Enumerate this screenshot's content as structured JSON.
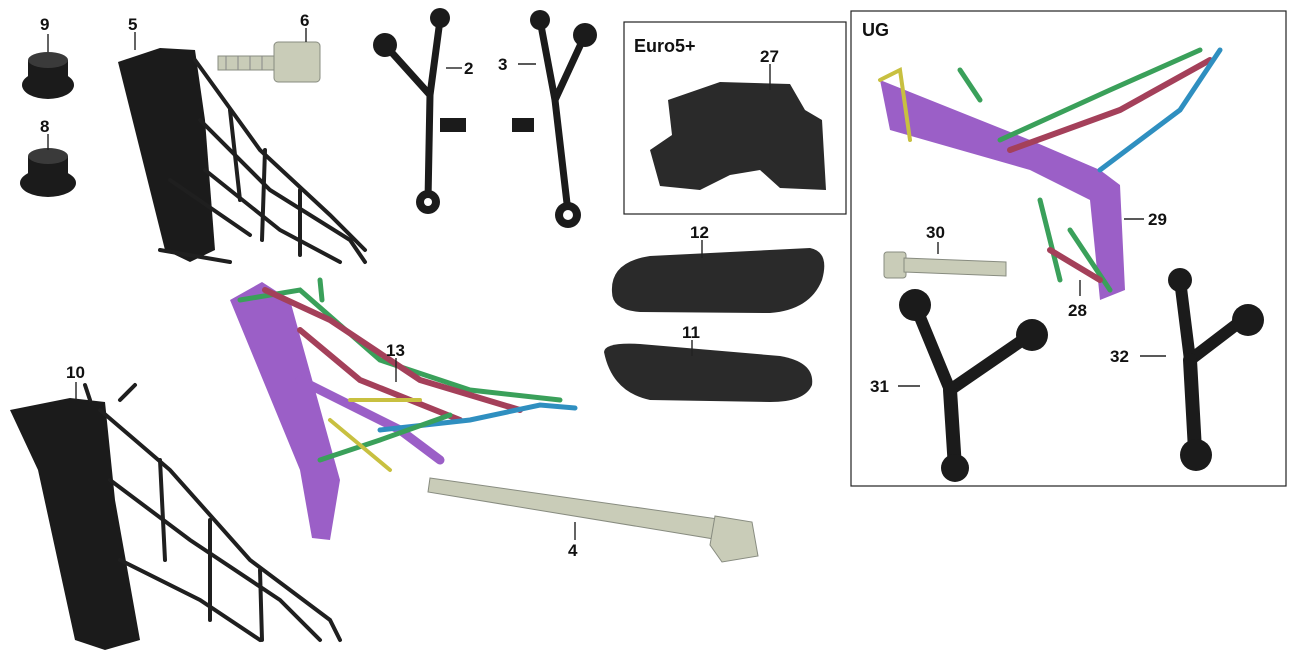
{
  "boxes": {
    "euro5": {
      "title": "Euro5+"
    },
    "ug": {
      "title": "UG"
    }
  },
  "callouts": {
    "p2": "2",
    "p3": "3",
    "p4": "4",
    "p5": "5",
    "p6": "6",
    "p8": "8",
    "p9": "9",
    "p10": "10",
    "p11": "11",
    "p12": "12",
    "p13": "13",
    "p27": "27",
    "p28": "28",
    "p29": "29",
    "p30": "30",
    "p31": "31",
    "p32": "32"
  },
  "colors": {
    "frame_black": "#1b1b1b",
    "frame_purple": "#9b5fc7",
    "tube_green": "#3aa05a",
    "tube_red": "#a4405a",
    "tube_blue": "#2f8fc0",
    "bolt_grey": "#c9ccb8"
  }
}
